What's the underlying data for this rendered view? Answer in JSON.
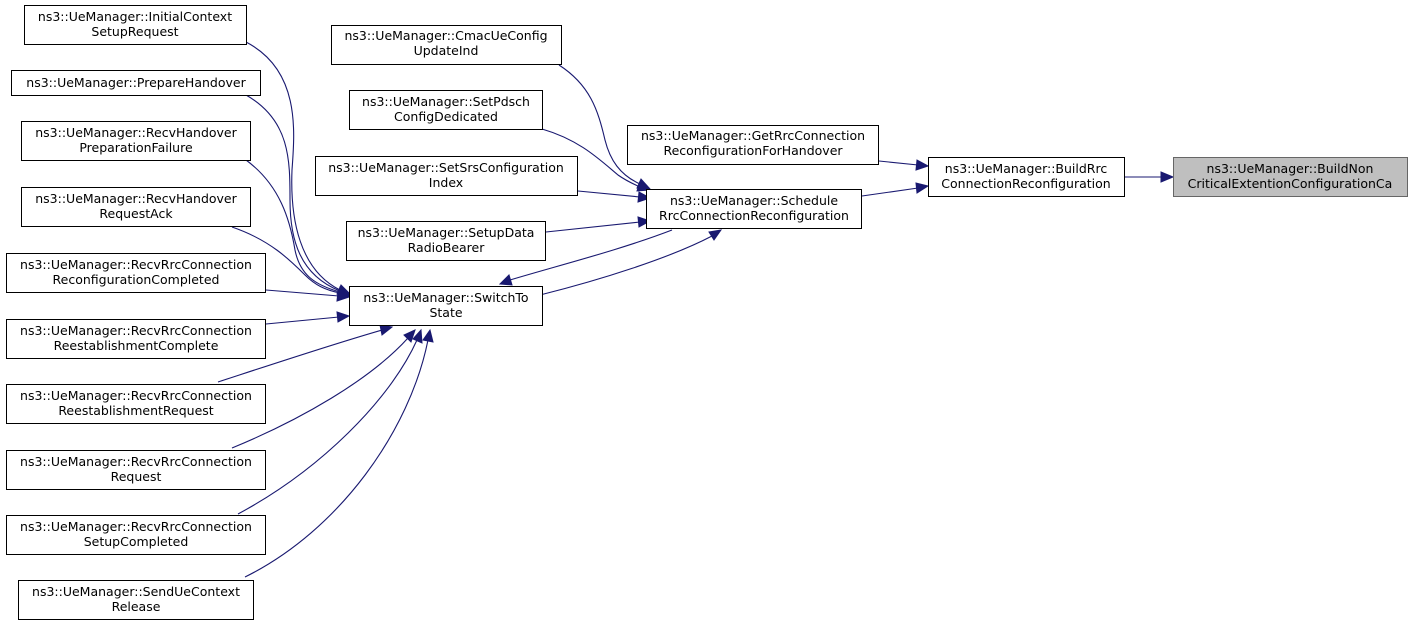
{
  "colors": {
    "edge": "#191970",
    "focus_fill": "#bfbfbf",
    "node_fill": "#ffffff"
  },
  "nodes": {
    "focus": {
      "line1": "ns3::UeManager::BuildNon",
      "line2": "CriticalExtentionConfigurationCa"
    },
    "build_rrc": {
      "line1": "ns3::UeManager::BuildRrc",
      "line2": "ConnectionReconfiguration"
    },
    "get_rrc_handover": {
      "line1": "ns3::UeManager::GetRrcConnection",
      "line2": "ReconfigurationForHandover"
    },
    "schedule": {
      "line1": "ns3::UeManager::Schedule",
      "line2": "RrcConnectionReconfiguration"
    },
    "cmac": {
      "line1": "ns3::UeManager::CmacUeConfig",
      "line2": "UpdateInd"
    },
    "set_pdsch": {
      "line1": "ns3::UeManager::SetPdsch",
      "line2": "ConfigDedicated"
    },
    "set_srs": {
      "line1": "ns3::UeManager::SetSrsConfiguration",
      "line2": "Index"
    },
    "setup_data": {
      "line1": "ns3::UeManager::SetupData",
      "line2": "RadioBearer"
    },
    "switch_to": {
      "line1": "ns3::UeManager::SwitchTo",
      "line2": "State"
    },
    "initial_context": {
      "line1": "ns3::UeManager::InitialContext",
      "line2": "SetupRequest"
    },
    "prepare_handover": {
      "line1": "ns3::UeManager::PrepareHandover"
    },
    "recv_ho_prep_fail": {
      "line1": "ns3::UeManager::RecvHandover",
      "line2": "PreparationFailure"
    },
    "recv_ho_req_ack": {
      "line1": "ns3::UeManager::RecvHandover",
      "line2": "RequestAck"
    },
    "recv_rrc_reconf_compl": {
      "line1": "ns3::UeManager::RecvRrcConnection",
      "line2": "ReconfigurationCompleted"
    },
    "recv_rrc_reest_compl": {
      "line1": "ns3::UeManager::RecvRrcConnection",
      "line2": "ReestablishmentComplete"
    },
    "recv_rrc_reest_req": {
      "line1": "ns3::UeManager::RecvRrcConnection",
      "line2": "ReestablishmentRequest"
    },
    "recv_rrc_req": {
      "line1": "ns3::UeManager::RecvRrcConnection",
      "line2": "Request"
    },
    "recv_rrc_setup_compl": {
      "line1": "ns3::UeManager::RecvRrcConnection",
      "line2": "SetupCompleted"
    },
    "send_ue_ctx_release": {
      "line1": "ns3::UeManager::SendUeContext",
      "line2": "Release"
    }
  }
}
